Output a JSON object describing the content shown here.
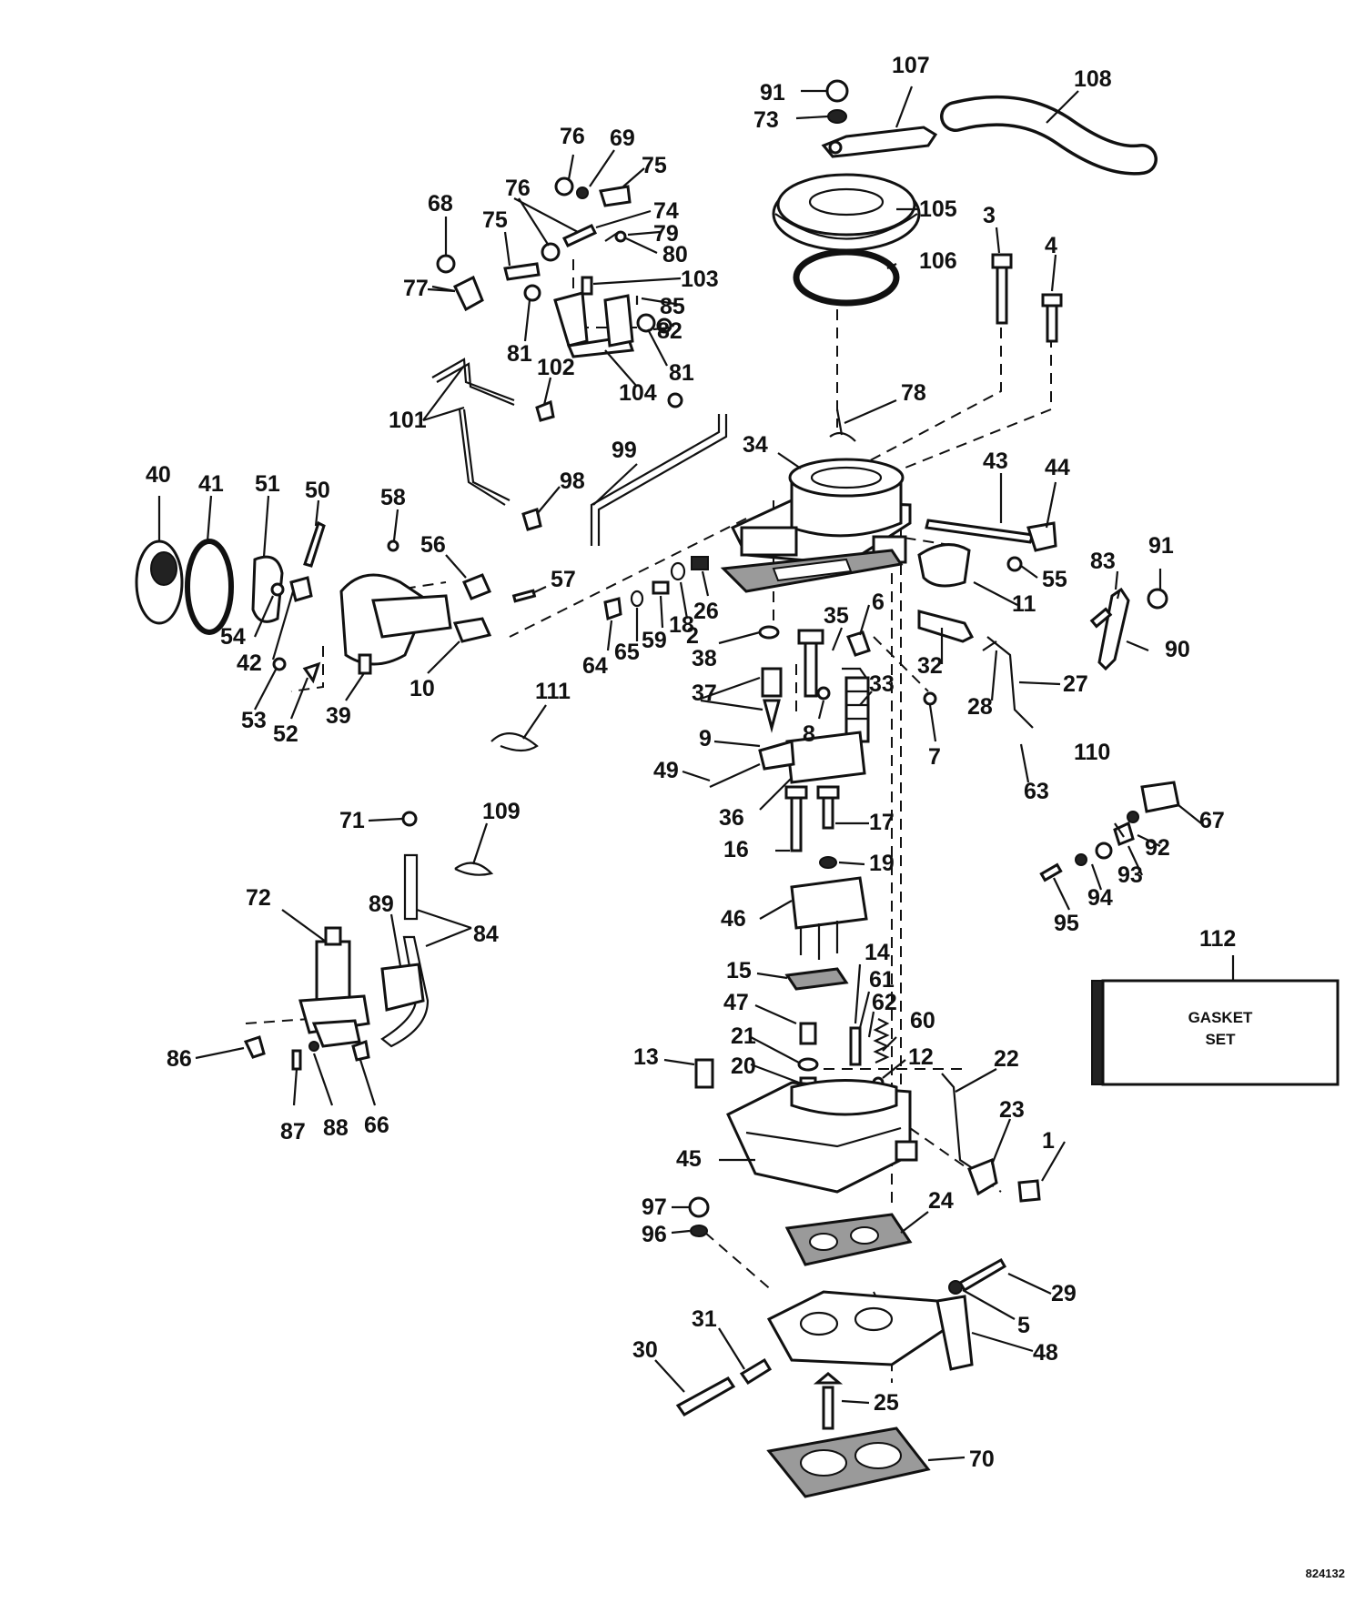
{
  "gasket_set_box": {
    "number": "112",
    "line1": "GASKET",
    "line2": "SET"
  },
  "drawing_code": "824132",
  "callouts": [
    "1",
    "2",
    "3",
    "4",
    "5",
    "6",
    "7",
    "8",
    "9",
    "10",
    "11",
    "12",
    "13",
    "14",
    "15",
    "16",
    "17",
    "18",
    "19",
    "20",
    "21",
    "22",
    "23",
    "24",
    "25",
    "26",
    "27",
    "28",
    "29",
    "30",
    "31",
    "32",
    "33",
    "34",
    "35",
    "36",
    "37",
    "38",
    "39",
    "40",
    "41",
    "42",
    "43",
    "44",
    "45",
    "46",
    "47",
    "48",
    "49",
    "50",
    "51",
    "52",
    "53",
    "54",
    "55",
    "56",
    "57",
    "58",
    "59",
    "60",
    "61",
    "62",
    "63",
    "64",
    "65",
    "66",
    "67",
    "68",
    "69",
    "70",
    "71",
    "72",
    "73",
    "74",
    "75",
    "76",
    "77",
    "78",
    "79",
    "80",
    "81",
    "82",
    "83",
    "84",
    "85",
    "86",
    "87",
    "88",
    "89",
    "90",
    "91",
    "92",
    "93",
    "94",
    "95",
    "96",
    "97",
    "98",
    "99",
    "101",
    "102",
    "103",
    "104",
    "105",
    "106",
    "107",
    "108",
    "109",
    "110",
    "111"
  ]
}
